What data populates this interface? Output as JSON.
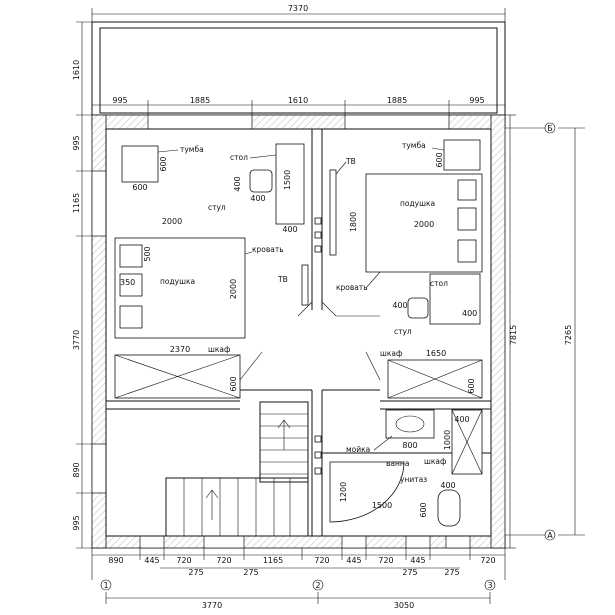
{
  "dimensions": {
    "top_overall": "7370",
    "balcony_depth": "1610",
    "top_segments": [
      "995",
      "1885",
      "1610",
      "1885",
      "995"
    ],
    "left_segments": [
      "995",
      "1165",
      "3770",
      "890",
      "995"
    ],
    "right_inner": "7815",
    "right_outer": "7265",
    "bottom_segments": [
      "890",
      "445",
      "720",
      "720",
      "1165",
      "720",
      "445",
      "720",
      "445",
      "720"
    ],
    "bottom_sub": [
      "275",
      "275",
      "275",
      "275"
    ],
    "bottom_overall": [
      "3770",
      "3050"
    ]
  },
  "axes": {
    "vertical": [
      "Б",
      "А"
    ],
    "horizontal": [
      "1",
      "2",
      "3"
    ]
  },
  "labels": {
    "tumba": "тумба",
    "stol": "стол",
    "stul": "стул",
    "tv": "ТВ",
    "podushka": "подушка",
    "krovat": "кровать",
    "shkaf": "шкаф",
    "moika": "мойка",
    "vanna": "ванна",
    "unitaz": "унитаз"
  },
  "furniture_dims": {
    "tumba_size": "600",
    "desk_len": "1500",
    "desk_w": "400",
    "chair": "400",
    "bed_len": "2000",
    "bed_w": "1800",
    "pillow_h": "500",
    "pillow_w": "350",
    "wardrobe_left": "2370",
    "wardrobe_right": "1650",
    "wardrobe_depth": "600",
    "sink_w": "800",
    "bath_w": "1500",
    "bath_h": "1200",
    "toilet_w": "400",
    "toilet_h": "600",
    "shelf_h": "1000",
    "shelf_w": "400"
  }
}
